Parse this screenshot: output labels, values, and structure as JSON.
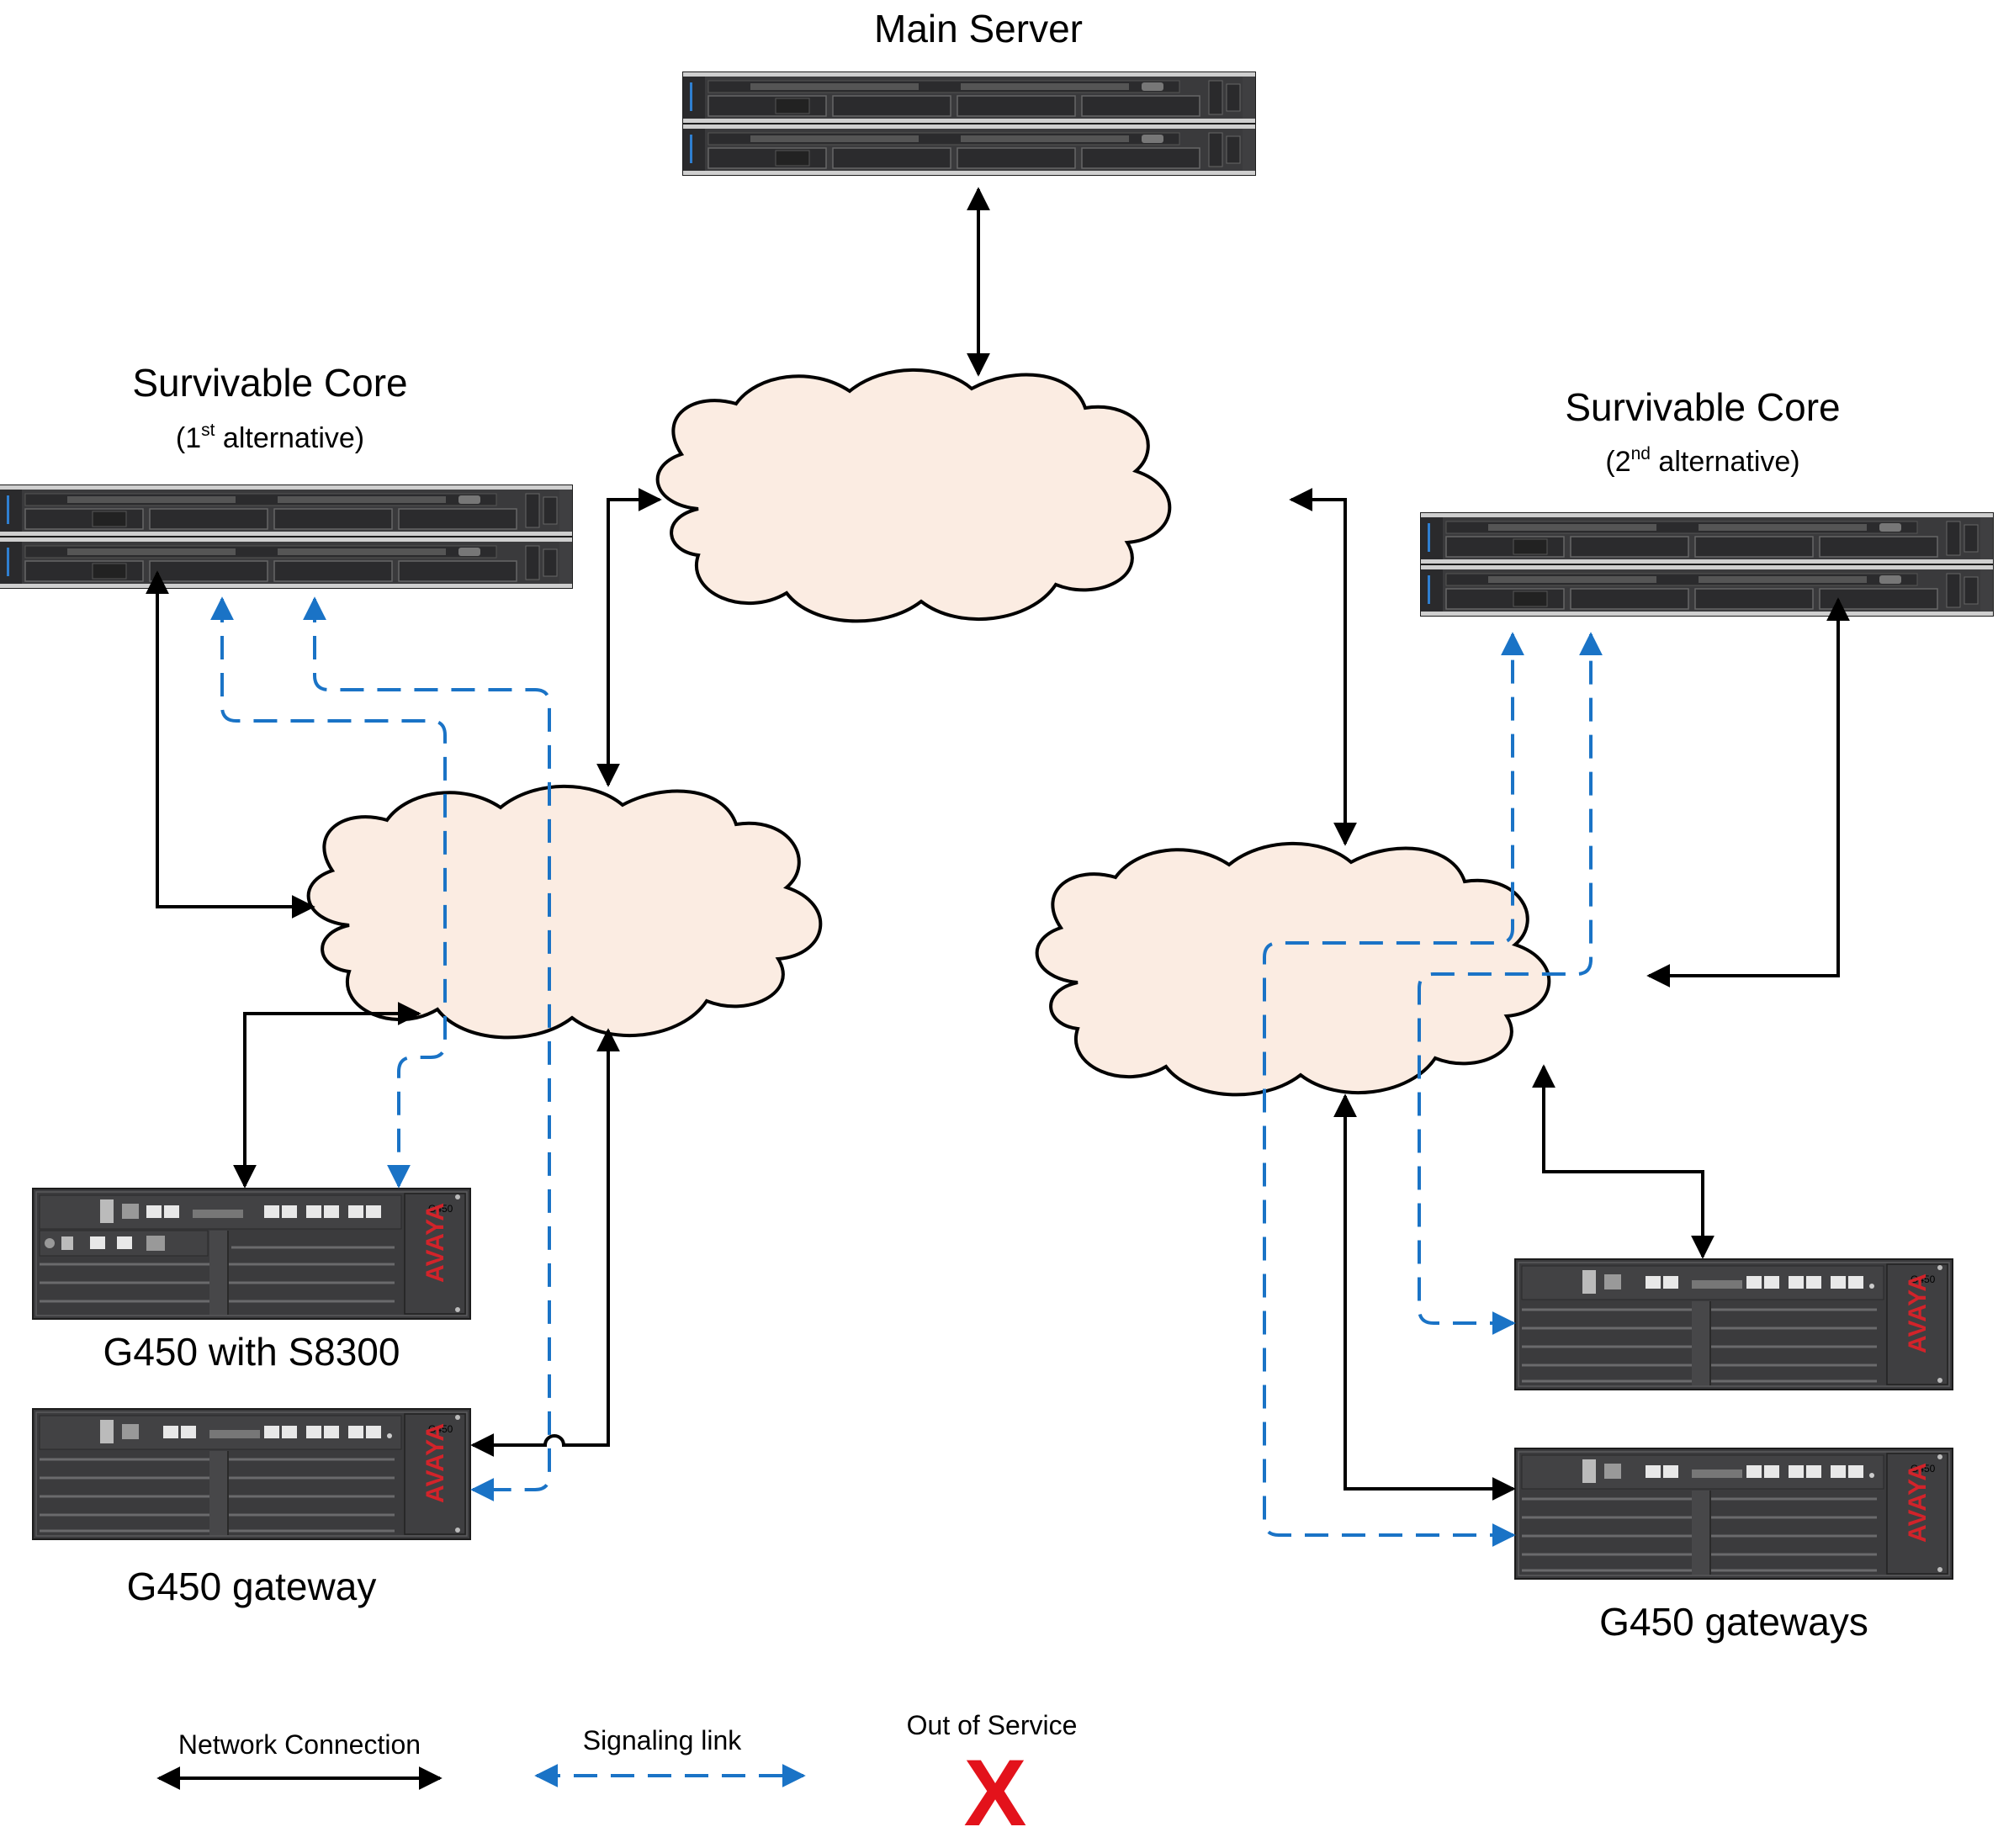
{
  "labels": {
    "main_server": "Main Server",
    "core1_title": "Survivable Core",
    "core1_paren_open": "(1",
    "core1_sup": "st",
    "core1_paren_rest": " alternative)",
    "core2_title": "Survivable Core",
    "core2_paren_open": "(2",
    "core2_sup": "nd",
    "core2_paren_rest": " alternative)",
    "g450_s8300": "G450 with S8300",
    "g450_gateway": "G450 gateway",
    "g450_gateways": "G450 gateways"
  },
  "device": {
    "model": "G450",
    "brand": "AVAYA"
  },
  "legend": {
    "network": "Network Connection",
    "signaling": "Signaling link",
    "out_of_service": "Out of Service",
    "x_symbol": "X"
  },
  "colors": {
    "network_line": "#000000",
    "signaling_line": "#1a73c6",
    "cloud_fill": "#fbece2",
    "out_of_service": "#e3121b",
    "brand_red": "#d2232a"
  }
}
